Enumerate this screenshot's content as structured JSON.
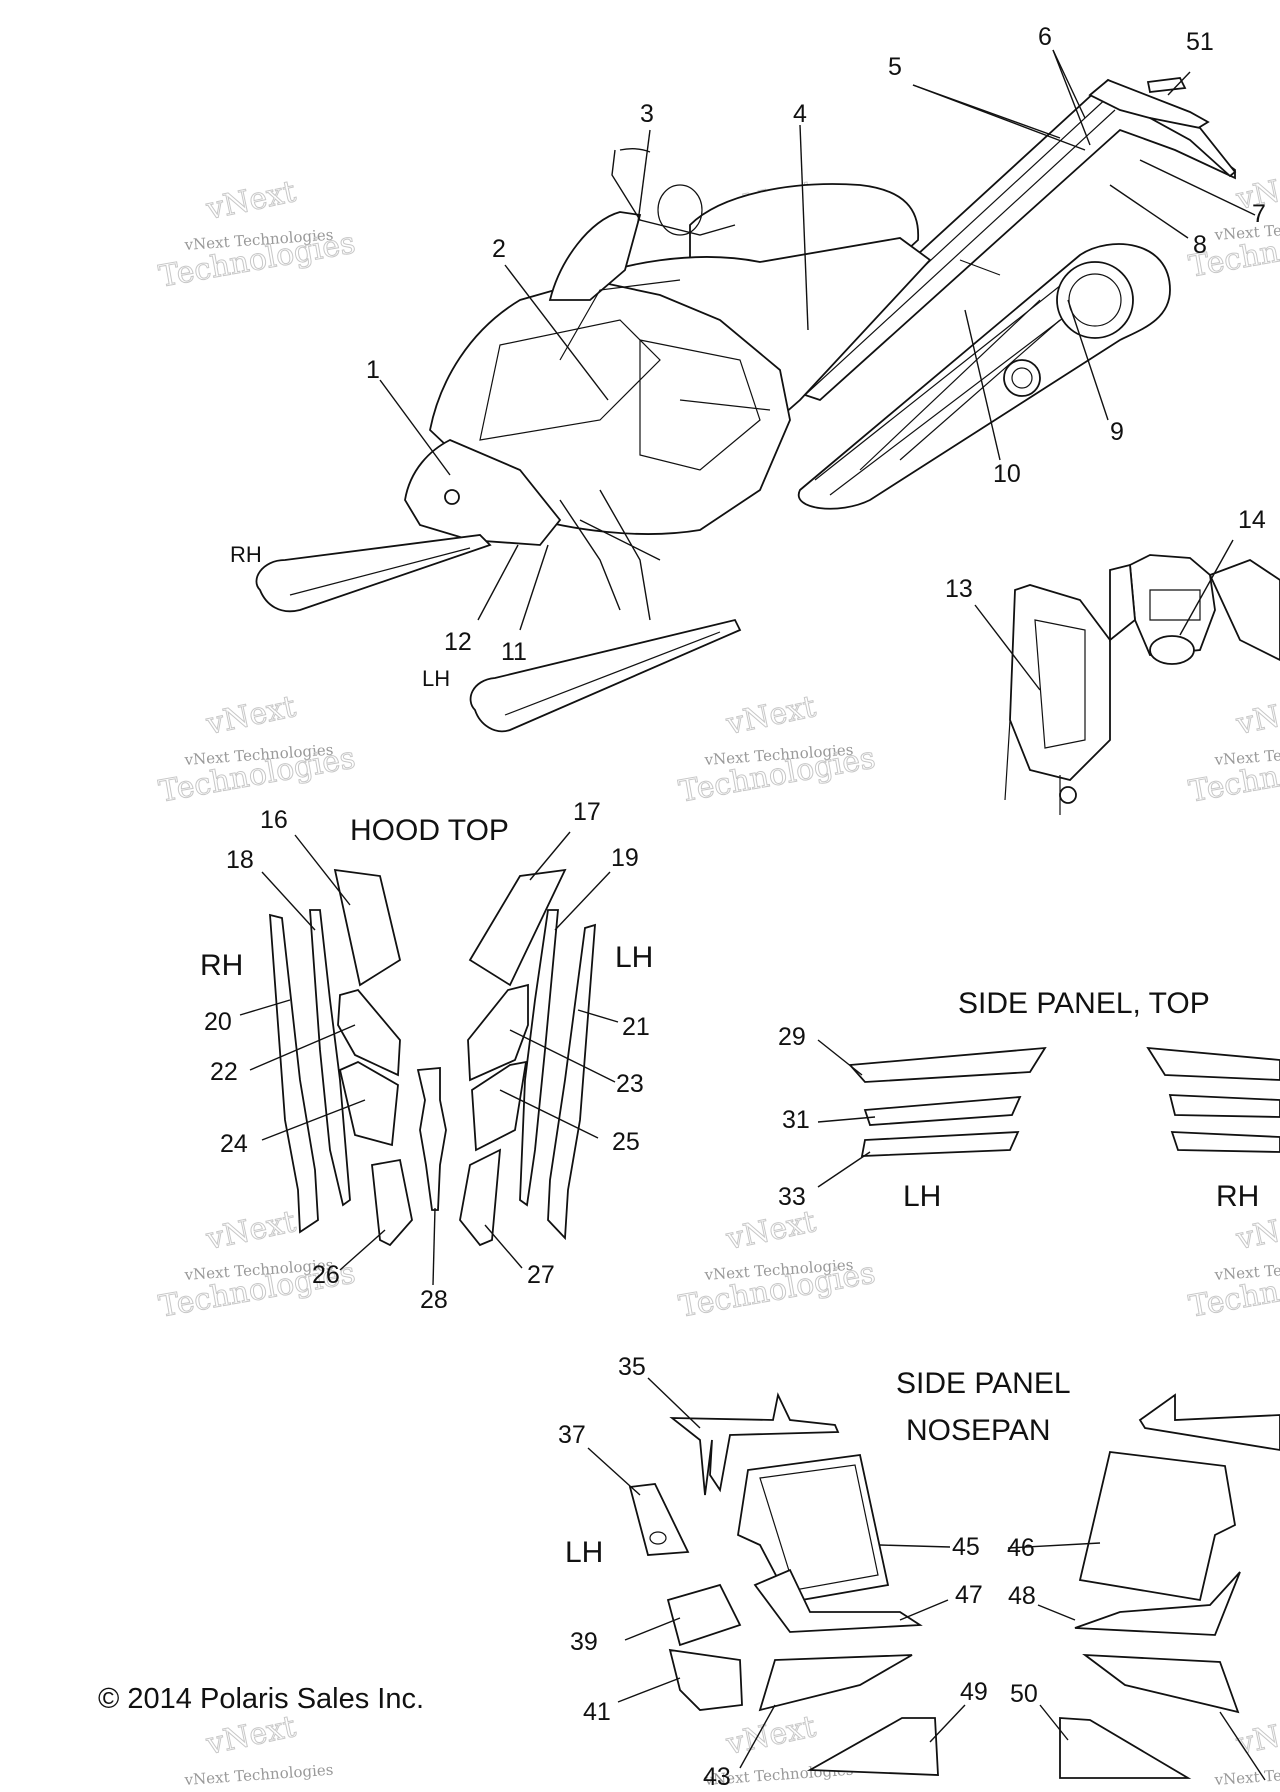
{
  "headings": {
    "hood_top": "HOOD TOP",
    "side_panel_top": "SIDE PANEL, TOP",
    "side_panel_nosepan_1": "SIDE PANEL",
    "side_panel_nosepan_2": "NOSEPAN"
  },
  "side_labels": {
    "machine_rh": "RH",
    "machine_lh": "LH",
    "hood_rh": "RH",
    "hood_lh": "LH",
    "panel_lh": "LH",
    "panel_rh": "RH",
    "nosepan_lh": "LH"
  },
  "callouts": {
    "c1": "1",
    "c2": "2",
    "c3": "3",
    "c4": "4",
    "c5": "5",
    "c6": "6",
    "c7": "7",
    "c8": "8",
    "c9": "9",
    "c10": "10",
    "c11": "11",
    "c12": "12",
    "c13": "13",
    "c14": "14",
    "c16": "16",
    "c17": "17",
    "c18": "18",
    "c19": "19",
    "c20": "20",
    "c21": "21",
    "c22": "22",
    "c23": "23",
    "c24": "24",
    "c25": "25",
    "c26": "26",
    "c27": "27",
    "c28": "28",
    "c29": "29",
    "c31": "31",
    "c33": "33",
    "c35": "35",
    "c37": "37",
    "c39": "39",
    "c41": "41",
    "c43": "43",
    "c45": "45",
    "c46": "46",
    "c47": "47",
    "c48": "48",
    "c49": "49",
    "c50": "50",
    "c51": "51"
  },
  "copyright": "© 2014 Polaris Sales Inc.",
  "watermark": {
    "line1": "vNext Technologies",
    "line2": "Technologies",
    "line3": "vNext"
  }
}
